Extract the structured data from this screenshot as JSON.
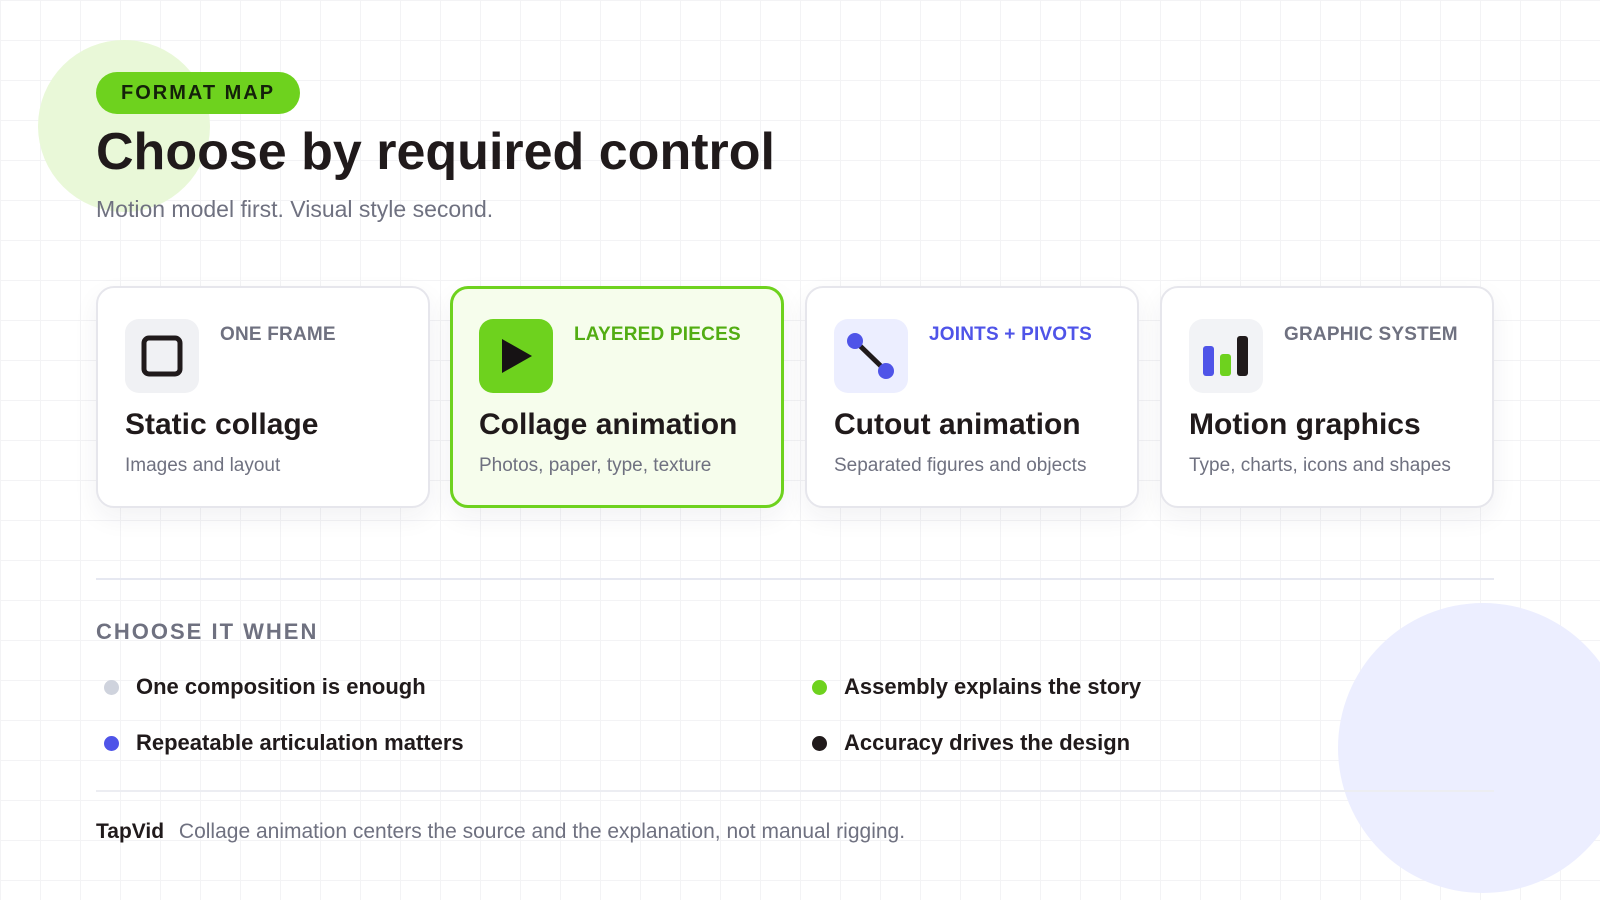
{
  "header": {
    "badge": "FORMAT MAP",
    "title": "Choose by required control",
    "subtitle": "Motion model first. Visual style second."
  },
  "cards": [
    {
      "kicker": "ONE FRAME",
      "title": "Static collage",
      "description": "Images and layout",
      "icon": "square-frame-icon",
      "selected": false
    },
    {
      "kicker": "LAYERED PIECES",
      "title": "Collage animation",
      "description": "Photos, paper, type, texture",
      "icon": "play-icon",
      "selected": true
    },
    {
      "kicker": "JOINTS + PIVOTS",
      "title": "Cutout animation",
      "description": "Separated figures and objects",
      "icon": "joint-pivot-icon",
      "selected": false
    },
    {
      "kicker": "GRAPHIC SYSTEM",
      "title": "Motion graphics",
      "description": "Type, charts, icons and shapes",
      "icon": "bar-chart-icon",
      "selected": false
    }
  ],
  "choose": {
    "heading": "CHOOSE IT WHEN",
    "items": [
      {
        "text": "One composition is enough",
        "color": "#cfd3dd"
      },
      {
        "text": "Assembly explains the story",
        "color": "#6ed21e"
      },
      {
        "text": "Repeatable articulation matters",
        "color": "#4f54e8"
      },
      {
        "text": "Accuracy drives the design",
        "color": "#201a1b"
      }
    ]
  },
  "footer": {
    "brand": "TapVid",
    "note": "Collage animation centers the source and the explanation, not manual rigging."
  },
  "colors": {
    "accent_green": "#6ed21e",
    "accent_blue": "#4f54e8",
    "ink": "#201a1b",
    "muted": "#6f7180"
  }
}
